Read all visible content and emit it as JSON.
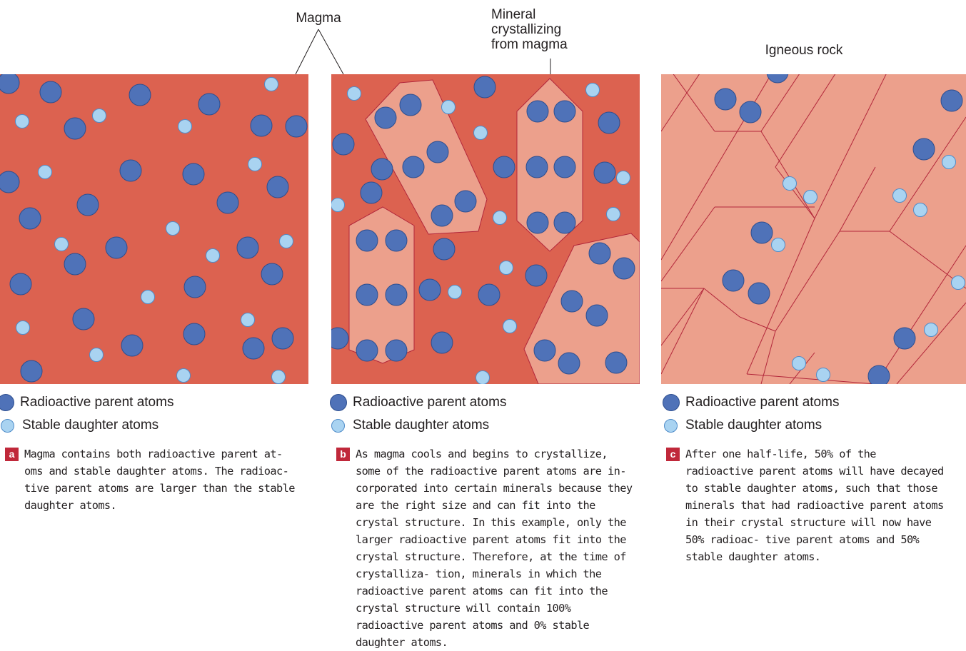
{
  "labels": {
    "magma": "Magma",
    "mineral_line1": "Mineral",
    "mineral_line2": "crystallizing",
    "mineral_line3": "from magma",
    "igneous_rock": "Igneous rock"
  },
  "legend": {
    "parent": "Radioactive parent atoms",
    "daughter": "Stable daughter atoms"
  },
  "captions": {
    "a": {
      "letter": "a",
      "text": "Magma contains both radioactive parent at- oms and stable daughter atoms. The radioac- tive parent atoms are larger than the stable daughter atoms."
    },
    "b": {
      "letter": "b",
      "text": "As magma cools and begins to crystallize, some of the radioactive parent atoms are in- corporated into certain minerals because they are the right size and can fit into the crystal structure. In this example, only the larger radioactive parent atoms fit into the crystal structure. Therefore, at the time of crystalliza- tion, minerals in which the radioactive parent atoms can fit into the crystal structure will contain 100% radioactive parent atoms and 0% stable daughter atoms."
    },
    "c": {
      "letter": "c",
      "text": "After one half-life, 50% of the radioactive parent atoms will have decayed to stable daughter atoms, such that those minerals that had radioactive parent atoms in their crystal structure will now have 50% radioac- tive parent atoms and 50% stable daughter atoms."
    }
  },
  "colors": {
    "magma": "#dc6250",
    "mineral": "#eca08c",
    "mineral_edge": "#b2263a",
    "parent_atom": "#4f72b8",
    "daughter_atom": "#a9d3f1",
    "badge": "#c0283a"
  },
  "icons": {
    "parent": "filled-dark-blue-circle",
    "daughter": "filled-light-blue-circle"
  }
}
